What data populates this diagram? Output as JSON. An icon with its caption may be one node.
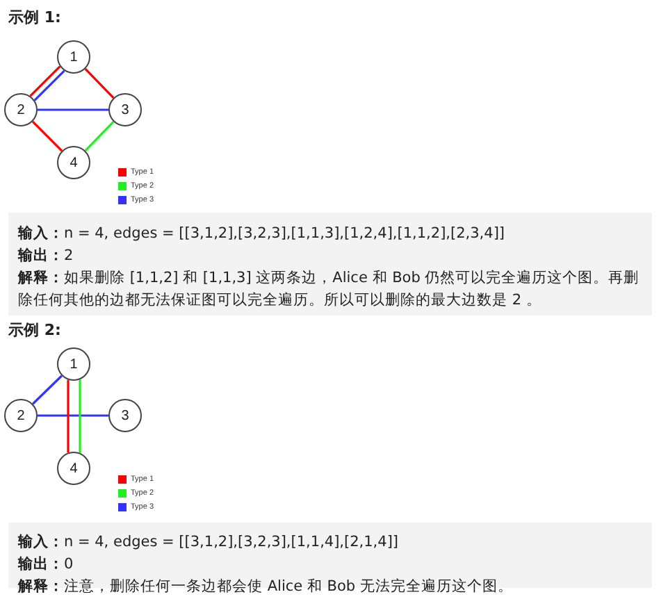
{
  "diagram": {
    "nodes": [
      {
        "text": [
          "1"
        ]
      },
      {
        "text": [
          "2"
        ]
      },
      {
        "text": [
          "3"
        ]
      },
      {
        "text": [
          "4"
        ]
      },
      {
        "text": [
          "1"
        ]
      },
      {
        "text": [
          "2"
        ]
      },
      {
        "text": [
          "3"
        ]
      },
      {
        "text": [
          "4"
        ]
      }
    ],
    "edges": [
      {
        "from": 0,
        "to": 1,
        "arrow": "none",
        "color": "#ff0000"
      },
      {
        "from": 0,
        "to": 1,
        "arrow": "none",
        "color": "#3333ff"
      },
      {
        "from": 0,
        "to": 2,
        "arrow": "none",
        "color": "#ff0000"
      },
      {
        "from": 1,
        "to": 2,
        "arrow": "none",
        "color": "#3333ff"
      },
      {
        "from": 1,
        "to": 3,
        "arrow": "none",
        "color": "#ff0000"
      },
      {
        "from": 2,
        "to": 3,
        "arrow": "none",
        "color": "#22ee22"
      },
      {
        "from": 4,
        "to": 5,
        "arrow": "none",
        "color": "#3333ff"
      },
      {
        "from": 5,
        "to": 6,
        "arrow": "none",
        "color": "#3333ff"
      },
      {
        "from": 4,
        "to": 7,
        "arrow": "none",
        "color": "#ff0000"
      },
      {
        "from": 4,
        "to": 7,
        "arrow": "none",
        "color": "#22ee22"
      }
    ],
    "labels": [
      "示例 1:",
      "**输入：**n = 4, edges = [[3,1,2],[3,2,3],[1,1,3],[1,2,4],[1,1,2],[2,3,4]]",
      "**输出：**2",
      "**解释：**如果删除 [1,1,2] 和 [1,1,3] 这两条边，Alice 和 Bob 仍然可以完全遍历这个图。再删除任何其他的边都无法保证图可以完全遍历。所以可以删除的最大边数是 2 。",
      "示例 2:",
      "**输入：**n = 4, edges = [[3,1,2],[3,2,3],[1,1,4],[2,1,4]]",
      "**输出：**0",
      "**解释：**注意，删除任何一条边都会使 Alice 和 Bob 无法完全遍历这个图。"
    ],
    "legend": [
      {
        "text": "Type 1",
        "color": "#ff0000"
      },
      {
        "text": "Type 2",
        "color": "#22ee22"
      },
      {
        "text": "Type 3",
        "color": "#3333ff"
      },
      {
        "text": "Type 1",
        "color": "#ff0000"
      },
      {
        "text": "Type 2",
        "color": "#22ee22"
      },
      {
        "text": "Type 3",
        "color": "#3333ff"
      }
    ]
  }
}
